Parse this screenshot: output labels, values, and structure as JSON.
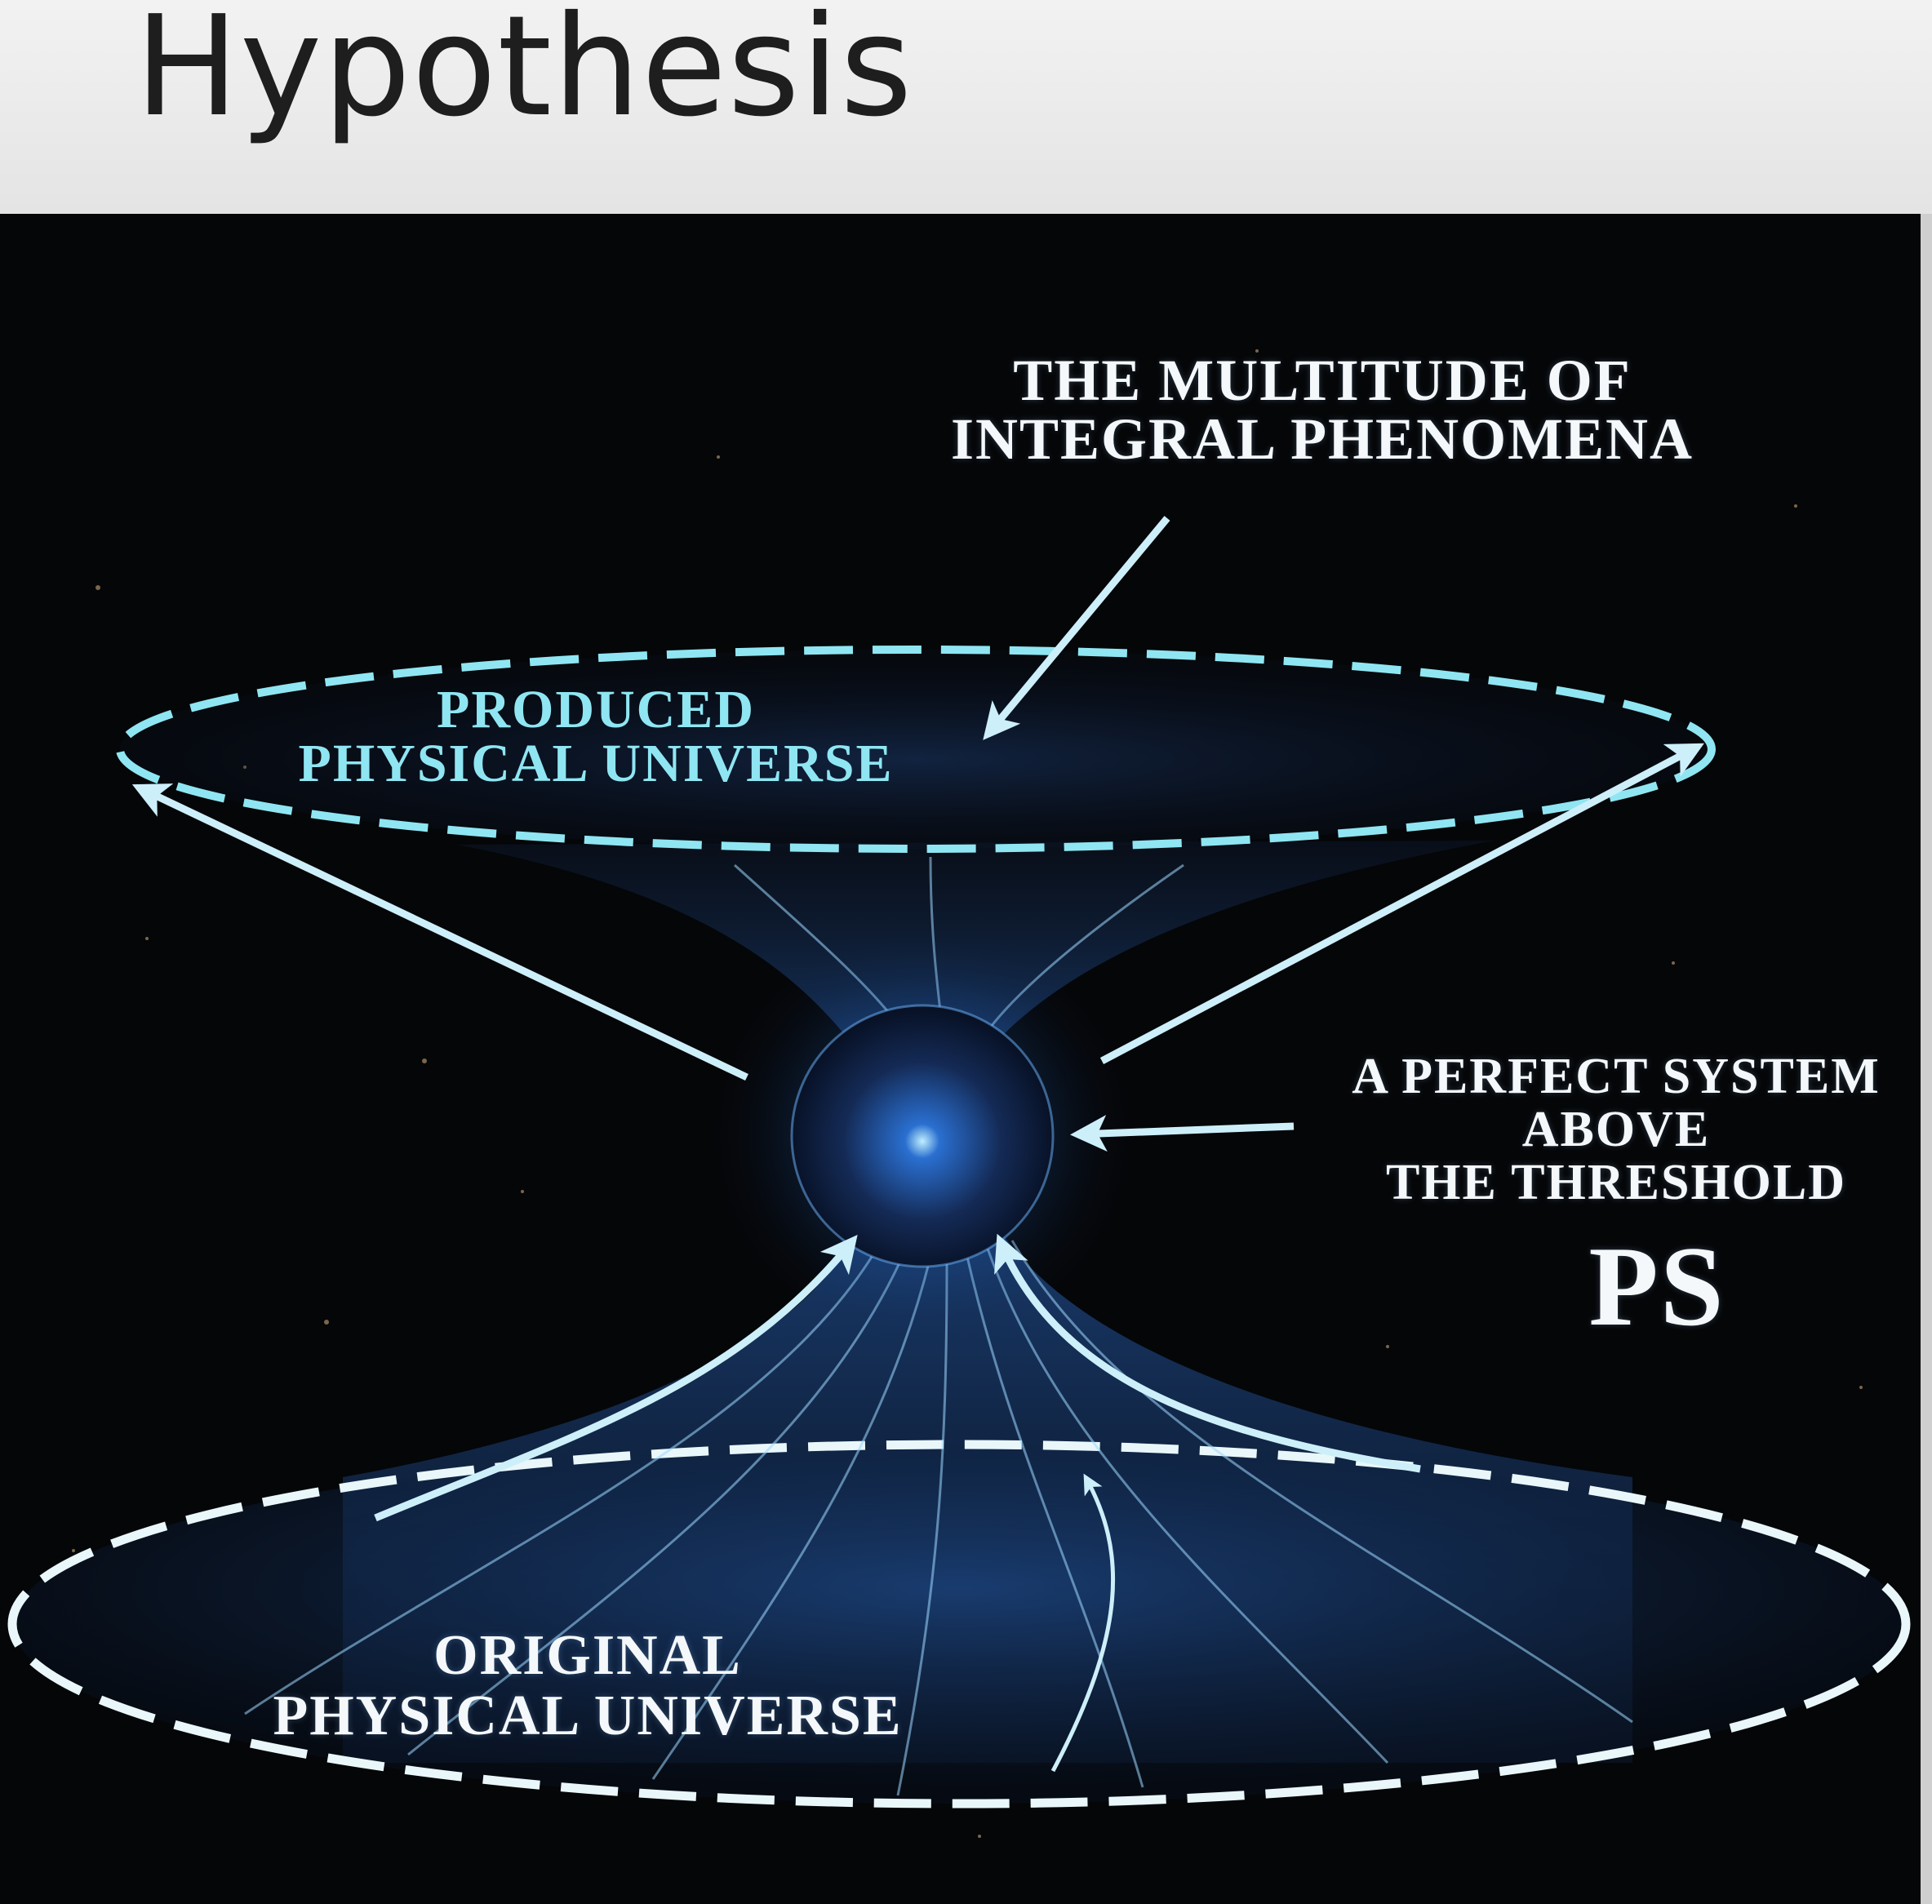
{
  "page": {
    "title": "Hypothesis"
  },
  "diagram": {
    "multitude_label": [
      "THE MULTITUDE OF",
      "INTEGRAL PHENOMENA"
    ],
    "produced_label": [
      "PRODUCED",
      "PHYSICAL UNIVERSE"
    ],
    "system_label": [
      "A PERFECT SYSTEM",
      "ABOVE",
      "THE THRESHOLD"
    ],
    "ps_label": "PS",
    "original_label": [
      "ORIGINAL",
      "PHYSICAL UNIVERSE"
    ]
  },
  "colors": {
    "background": "#050608",
    "ellipse_dash": "#8fe6f2",
    "arrow": "#cdeffa",
    "label_white": "#f4f8fb",
    "label_cyan": "#8fe6f2",
    "sphere_core": "#2a6fd0"
  }
}
